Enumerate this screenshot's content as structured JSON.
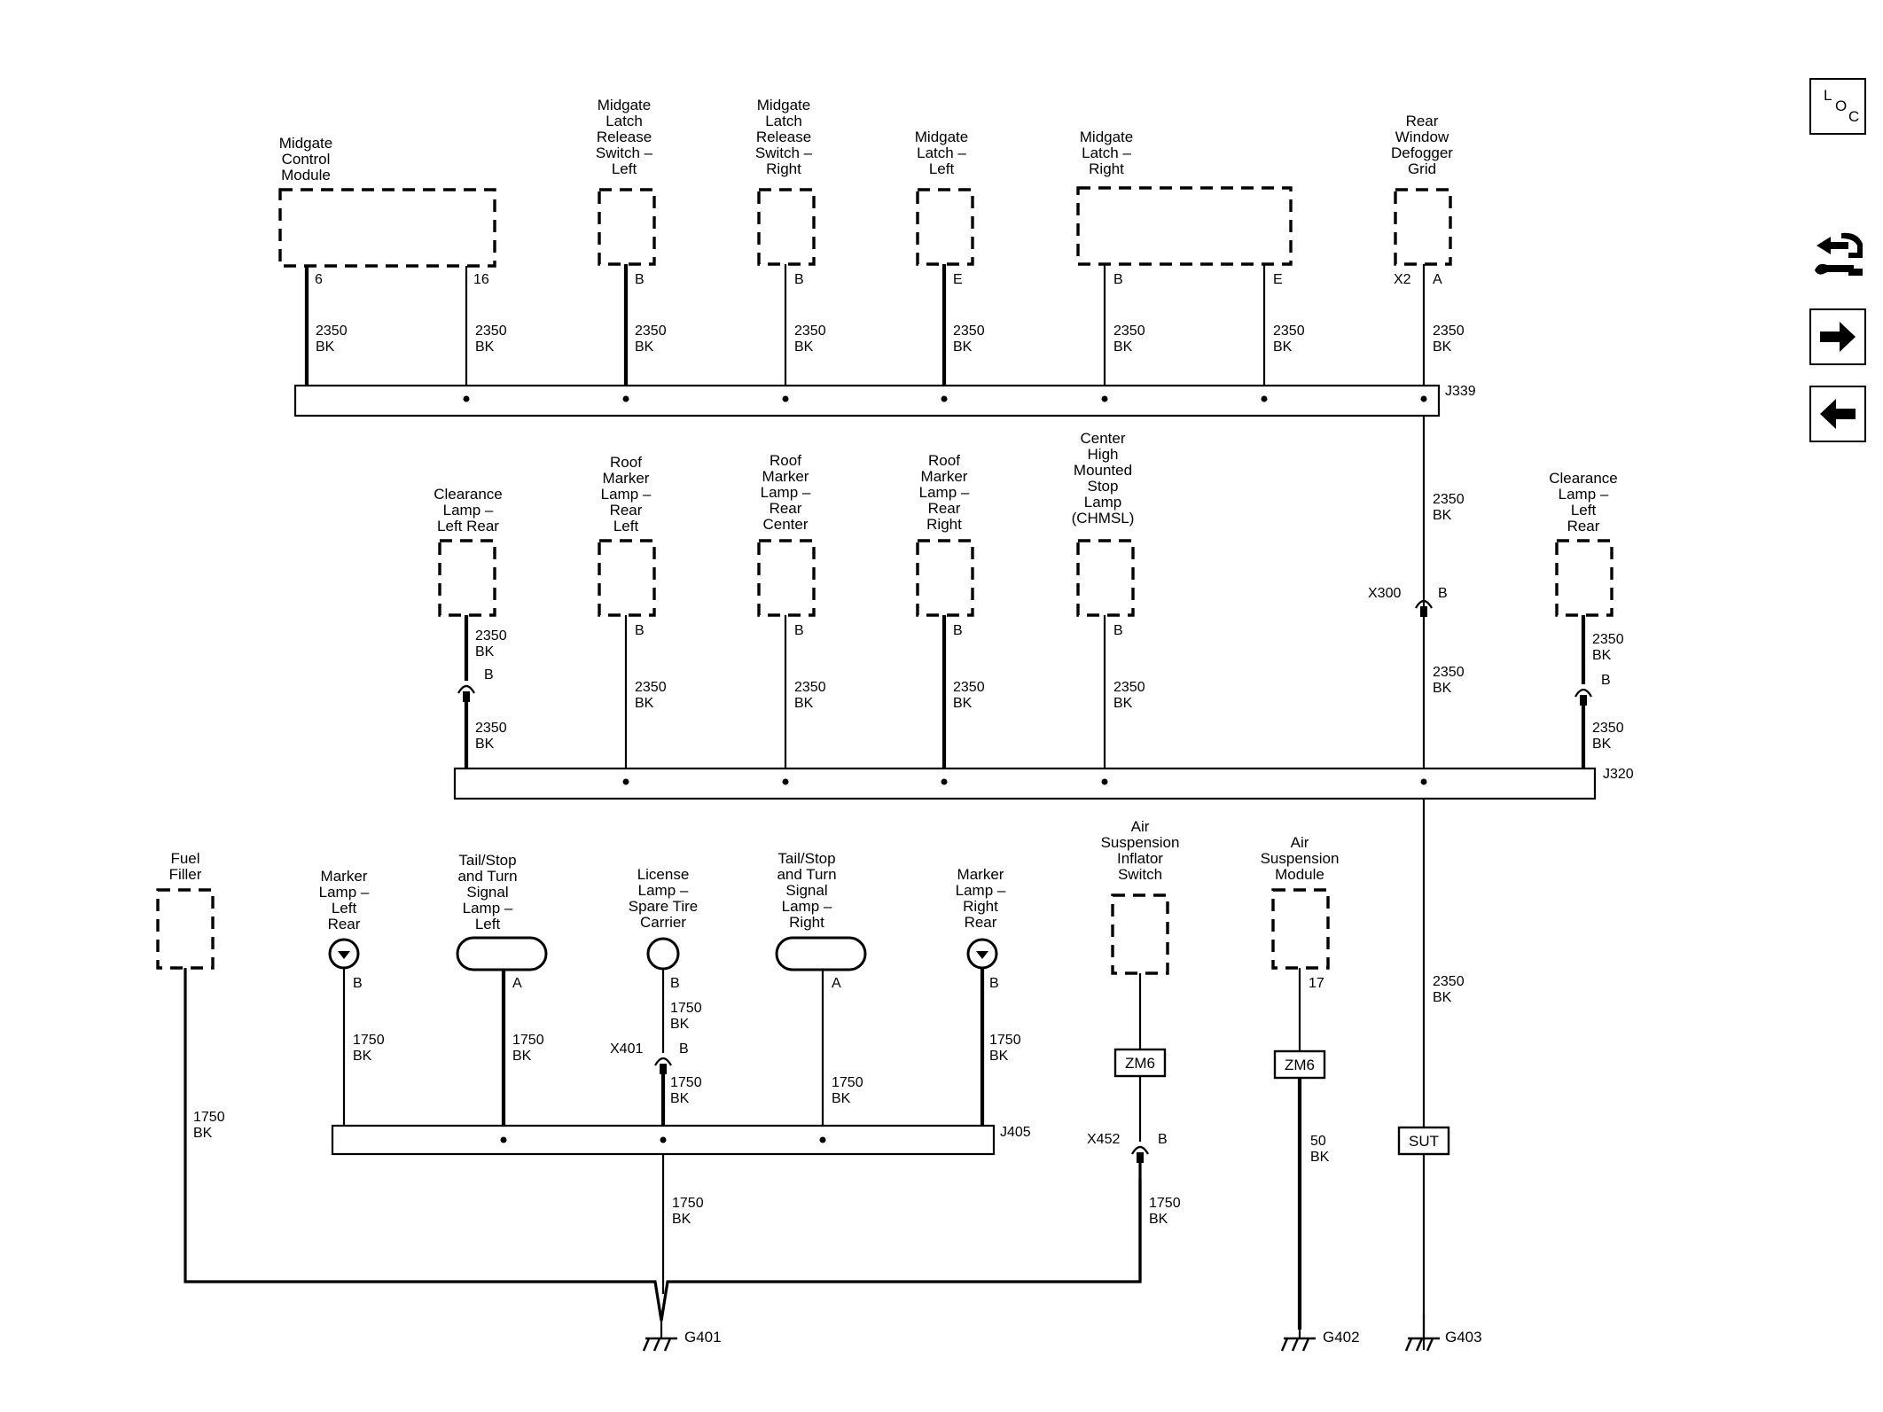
{
  "nav": {
    "loc": {
      "l": "L",
      "o": "O",
      "c": "C"
    }
  },
  "icons": [
    "loc-icon",
    "tools-icon",
    "arrow-right-icon",
    "arrow-left-icon"
  ],
  "components": {
    "midgate_control_module": [
      "Midgate",
      "Control",
      "Module"
    ],
    "latch_release_left": [
      "Midgate",
      "Latch",
      "Release",
      "Switch –",
      "Left"
    ],
    "latch_release_right": [
      "Midgate",
      "Latch",
      "Release",
      "Switch –",
      "Right"
    ],
    "latch_left": [
      "Midgate",
      "Latch –",
      "Left"
    ],
    "latch_right": [
      "Midgate",
      "Latch –",
      "Right"
    ],
    "defogger": [
      "Rear",
      "Window",
      "Defogger",
      "Grid"
    ],
    "clearance_left_rear": [
      "Clearance",
      "Lamp –",
      "Left Rear"
    ],
    "roof_rear_left": [
      "Roof",
      "Marker",
      "Lamp –",
      "Rear",
      "Left"
    ],
    "roof_rear_center": [
      "Roof",
      "Marker",
      "Lamp –",
      "Rear",
      "Center"
    ],
    "roof_rear_right": [
      "Roof",
      "Marker",
      "Lamp –",
      "Rear",
      "Right"
    ],
    "chmsl": [
      "Center",
      "High",
      "Mounted",
      "Stop",
      "Lamp",
      "(CHMSL)"
    ],
    "clearance_left_rear_2": [
      "Clearance",
      "Lamp –",
      "Left",
      "Rear"
    ],
    "fuel_filler": [
      "Fuel",
      "Filler"
    ],
    "marker_left_rear": [
      "Marker",
      "Lamp –",
      "Left",
      "Rear"
    ],
    "tail_left": [
      "Tail/Stop",
      "and Turn",
      "Signal",
      "Lamp –",
      "Left"
    ],
    "license_lamp": [
      "License",
      "Lamp –",
      "Spare Tire",
      "Carrier"
    ],
    "tail_right": [
      "Tail/Stop",
      "and Turn",
      "Signal",
      "Lamp –",
      "Right"
    ],
    "marker_right_rear": [
      "Marker",
      "Lamp –",
      "Right",
      "Rear"
    ],
    "air_inflator_switch": [
      "Air",
      "Suspension",
      "Inflator",
      "Switch"
    ],
    "air_module": [
      "Air",
      "Suspension",
      "Module"
    ]
  },
  "pins": {
    "mcm_6": "6",
    "mcm_16": "16",
    "lrl": "B",
    "lrr": "B",
    "ll": "E",
    "lr_b": "B",
    "lr_e": "E",
    "defog_x2": "X2",
    "defog_a": "A",
    "roof_l": "B",
    "roof_c": "B",
    "roof_r": "B",
    "chmsl": "B",
    "clr_conn": "B",
    "clr2_conn": "B",
    "x300": "X300",
    "x300_b": "B",
    "marker_l": "B",
    "tail_l": "A",
    "license": "B",
    "x401": "X401",
    "x401_b": "B",
    "tail_r": "A",
    "marker_r": "B",
    "x452": "X452",
    "x452_b": "B",
    "air_module_17": "17"
  },
  "wires": {
    "w2350": [
      "2350",
      "BK"
    ],
    "w1750": [
      "1750",
      "BK"
    ],
    "w50": [
      "50",
      "BK"
    ]
  },
  "splices": {
    "j339": "J339",
    "j320": "J320",
    "j405": "J405"
  },
  "inline": {
    "zm6_a": "ZM6",
    "zm6_b": "ZM6",
    "sut": "SUT"
  },
  "grounds": {
    "g401": "G401",
    "g402": "G402",
    "g403": "G403"
  }
}
